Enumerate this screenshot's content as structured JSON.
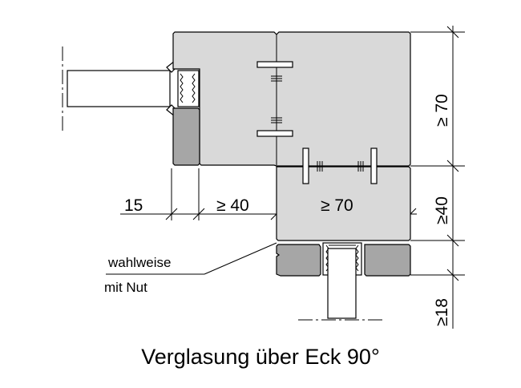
{
  "dimensions": {
    "d15": "15",
    "d40_h": "≥ 40",
    "d70_h": "≥ 70",
    "d70_v": "≥ 70",
    "d40_v": "≥40",
    "d18_v": "≥18"
  },
  "note": {
    "line1": "wahlweise",
    "line2": "mit Nut"
  },
  "caption": "Verglasung über Eck 90°",
  "colors": {
    "wood": "#d9d9d9",
    "dark_wood": "#a6a6a6",
    "line": "#000000"
  }
}
